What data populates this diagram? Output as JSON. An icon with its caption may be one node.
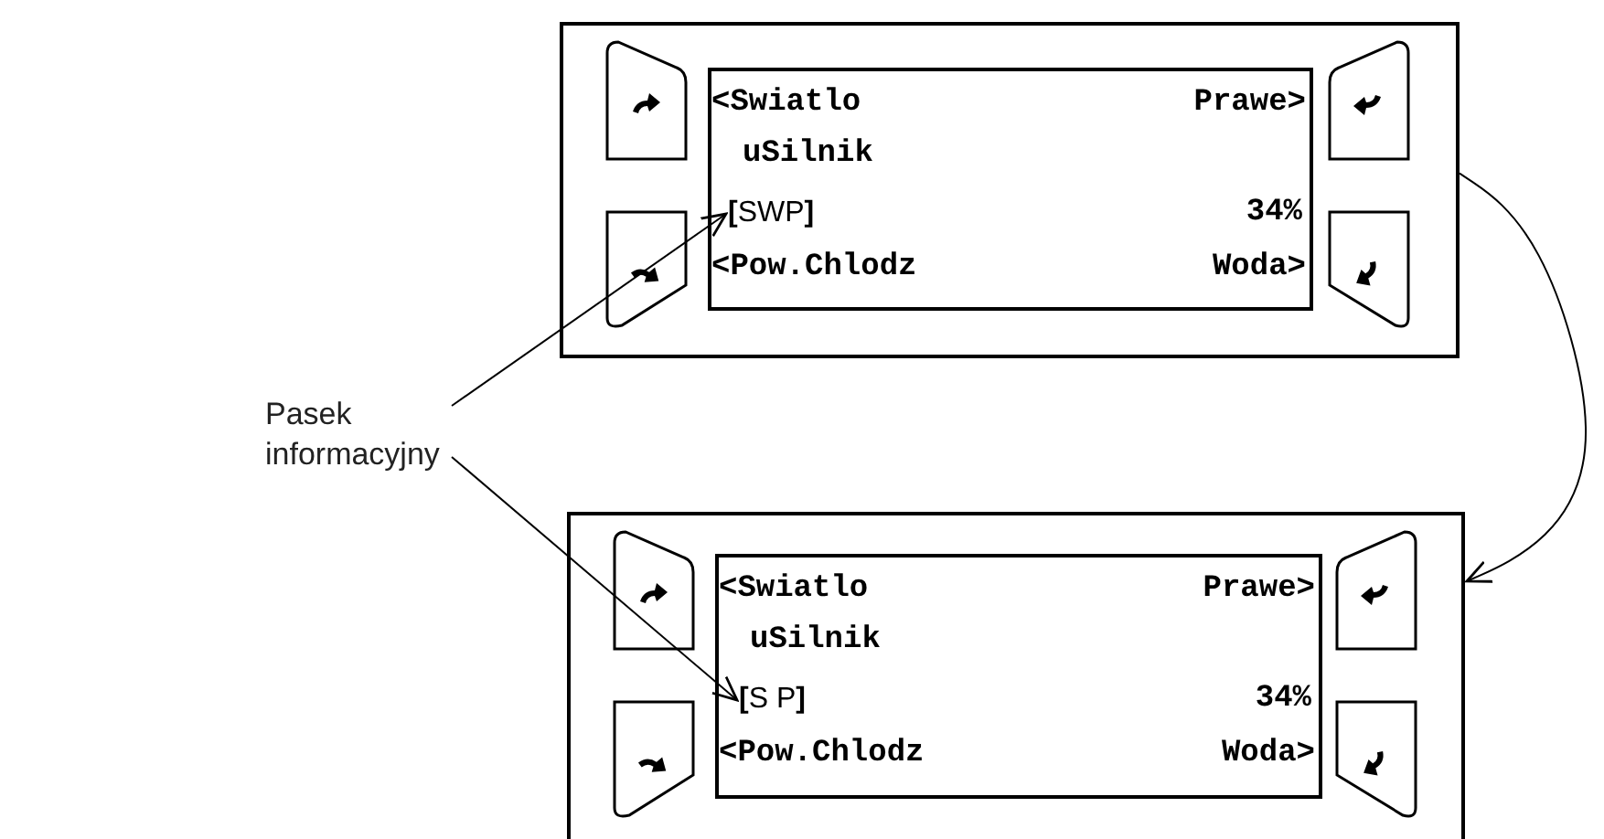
{
  "diagram": {
    "nodes": [
      {
        "text": [
          "Pasek informacyjny"
        ]
      },
      {
        "text": [],
        "shape": "box"
      },
      {
        "text": [
          "<Swiatlo",
          "Prawe>",
          "uSilnik",
          "34%",
          "<Pow.Chlodz",
          "Woda>"
        ],
        "in": 1
      },
      {
        "text": [
          "**[**SWP**]**"
        ],
        "in": 2
      },
      {
        "text": [],
        "shape": "box"
      },
      {
        "text": [
          "<Swiatlo",
          "Prawe>",
          "uSilnik",
          "34%",
          "<Pow.Chlodz",
          "Woda>"
        ],
        "in": 4
      },
      {
        "text": [
          "**[**S P**]**"
        ],
        "in": 5
      }
    ],
    "edges": [
      {
        "from": 0,
        "to": 3,
        "arrow": "to"
      },
      {
        "from": 0,
        "to": 6,
        "arrow": "to"
      },
      {
        "from": 1,
        "to": 4,
        "arrow": "to"
      }
    ]
  }
}
